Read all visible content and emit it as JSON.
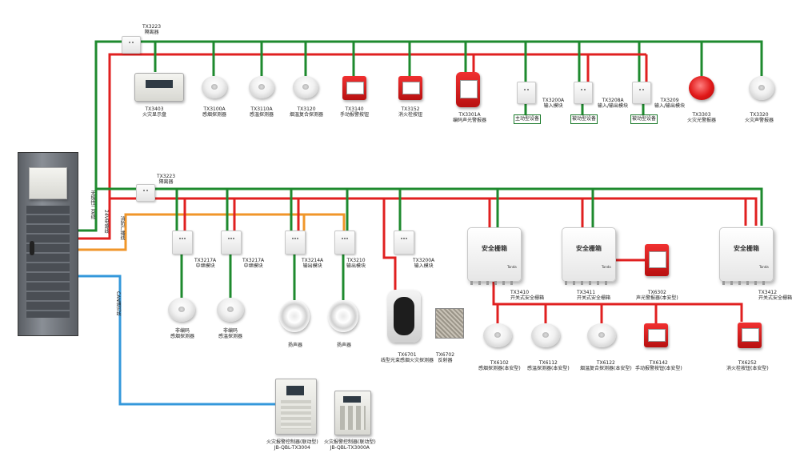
{
  "colors": {
    "bus_green": "#1e8a2e",
    "power_red": "#e02020",
    "broadcast_orange": "#f0962a",
    "can_blue": "#3498db",
    "device_red": "#d42020"
  },
  "wire_labels": {
    "bus_line": "无极性二总线",
    "power_24v": "24V电源线",
    "broadcast": "消防广播线",
    "can": "CAN通讯线"
  },
  "top_row": {
    "isolator": {
      "model": "TX3223",
      "name": "隔离器"
    },
    "devices": [
      {
        "model": "TX3403",
        "name": "火灾显示盘",
        "icon": "display-panel-icon"
      },
      {
        "model": "TX3100A",
        "name": "感烟探测器",
        "icon": "smoke-detector-icon"
      },
      {
        "model": "TX3110A",
        "name": "感温探测器",
        "icon": "heat-detector-icon"
      },
      {
        "model": "TX3120",
        "name": "烟温复合探测器",
        "icon": "combo-detector-icon"
      },
      {
        "model": "TX3140",
        "name": "手动报警按钮",
        "icon": "manual-call-point-icon"
      },
      {
        "model": "TX3152",
        "name": "消火栓按钮",
        "icon": "hydrant-button-icon"
      },
      {
        "model": "TX3301A",
        "name": "编码声光警报器",
        "icon": "sounder-strobe-icon"
      },
      {
        "model": "TX3200A",
        "name": "输入模块",
        "icon": "input-module-icon",
        "tag": "主动型设备"
      },
      {
        "model": "TX3208A",
        "name": "输入/输出模块",
        "icon": "io-module-icon",
        "tag": "被动型设备"
      },
      {
        "model": "TX3209",
        "name": "输入/输出模块",
        "icon": "io-module-icon",
        "tag": "被动型设备"
      },
      {
        "model": "TX3303",
        "name": "火灾光警报器",
        "icon": "strobe-icon"
      },
      {
        "model": "TX3320",
        "name": "火灾声警报器",
        "icon": "sounder-icon"
      }
    ]
  },
  "middle_row": {
    "isolator": {
      "model": "TX3223",
      "name": "隔离器"
    },
    "modules": [
      {
        "model": "TX3217A",
        "name": "中继模块"
      },
      {
        "model": "TX3217A",
        "name": "中继模块"
      },
      {
        "model": "TX3214A",
        "name": "输出模块"
      },
      {
        "model": "TX3210",
        "name": "输出模块"
      },
      {
        "model": "TX3200A",
        "name": "输入模块"
      }
    ],
    "field_devices": [
      {
        "name1": "非编码",
        "name2": "感烟探测器"
      },
      {
        "name1": "非编码",
        "name2": "感温探测器"
      },
      {
        "name1": "扬声器",
        "name2": ""
      },
      {
        "name1": "扬声器",
        "name2": ""
      }
    ],
    "beam": {
      "model": "TX6701",
      "name": "线型光束感烟火灾探测器"
    },
    "reflector": {
      "model": "TX6702",
      "name": "反射器"
    },
    "safe_boxes": [
      {
        "title": "安全栅箱",
        "brand": "Tanda",
        "model": "TX3410",
        "name": "开关式安全栅箱"
      },
      {
        "title": "安全栅箱",
        "brand": "Tanda",
        "model": "TX3411",
        "name": "开关式安全栅箱"
      },
      {
        "title": "安全栅箱",
        "brand": "Tanda",
        "model": "TX3412",
        "name": "开关式安全栅箱"
      }
    ],
    "ex_devices": [
      {
        "model": "TX6302",
        "name": "声光警报器(本安型)"
      },
      {
        "model": "TX6102",
        "name": "感烟探测器(本安型)"
      },
      {
        "model": "TX6112",
        "name": "感温探测器(本安型)"
      },
      {
        "model": "TX6122",
        "name": "烟温复合探测器(本安型)"
      },
      {
        "model": "TX6142",
        "name": "手动报警按钮(本安型)"
      },
      {
        "model": "TX6252",
        "name": "消火栓按钮(本安型)"
      }
    ]
  },
  "controllers": [
    {
      "name": "火灾报警控制器(联动型)",
      "model": "JB-QBL-TX3004"
    },
    {
      "name": "火灾报警控制器(联动型)",
      "model": "JB-QBL-TX3000A"
    }
  ]
}
